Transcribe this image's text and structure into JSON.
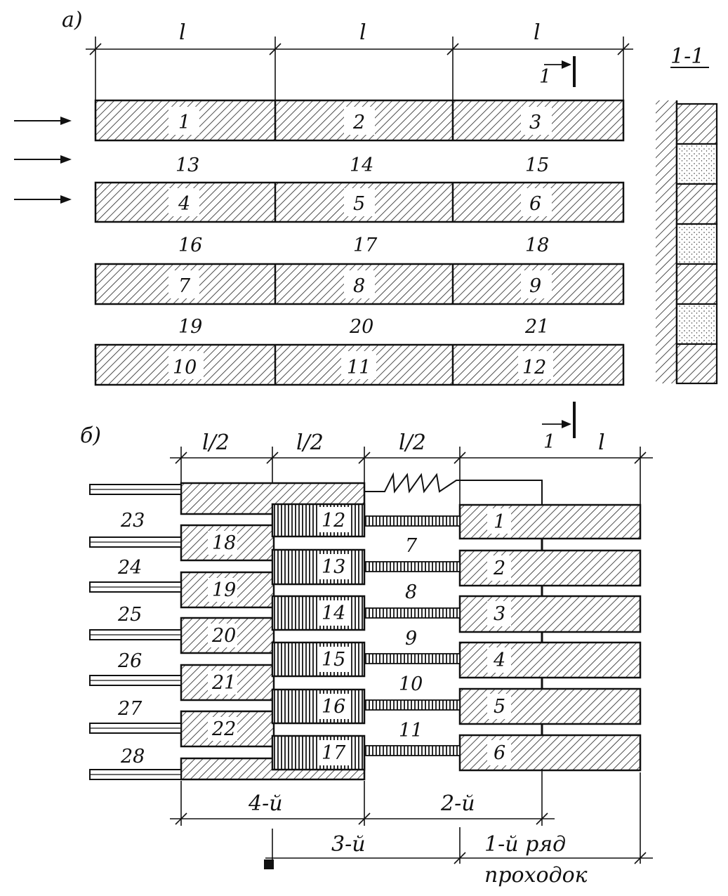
{
  "diagram": {
    "part_a": {
      "label": "а)",
      "span_labels": [
        "l",
        "l",
        "l"
      ],
      "section_marker": "1",
      "block_rows": [
        [
          "1",
          "2",
          "3"
        ],
        [
          "4",
          "5",
          "6"
        ],
        [
          "7",
          "8",
          "9"
        ],
        [
          "10",
          "11",
          "12"
        ]
      ],
      "gap_rows": [
        [
          "13",
          "14",
          "15"
        ],
        [
          "16",
          "17",
          "18"
        ],
        [
          "19",
          "20",
          "21"
        ]
      ],
      "section_title": "1-1"
    },
    "part_b": {
      "label": "б)",
      "span_labels": [
        "l/2",
        "l/2",
        "l/2",
        "l"
      ],
      "section_marker": "1",
      "right_blocks": [
        "1",
        "2",
        "3",
        "4",
        "5",
        "6"
      ],
      "connector_numbers": [
        "7",
        "8",
        "9",
        "10",
        "11"
      ],
      "mid_blocks": [
        "12",
        "13",
        "14",
        "15",
        "16",
        "17"
      ],
      "left_blocks": [
        "18",
        "19",
        "20",
        "21",
        "22"
      ],
      "pipe_numbers": [
        "23",
        "24",
        "25",
        "26",
        "27",
        "28"
      ],
      "row_labels": {
        "fourth": "4-й",
        "second": "2-й",
        "third": "3-й",
        "first": "1-й ряд",
        "passages": "проходок"
      }
    }
  }
}
